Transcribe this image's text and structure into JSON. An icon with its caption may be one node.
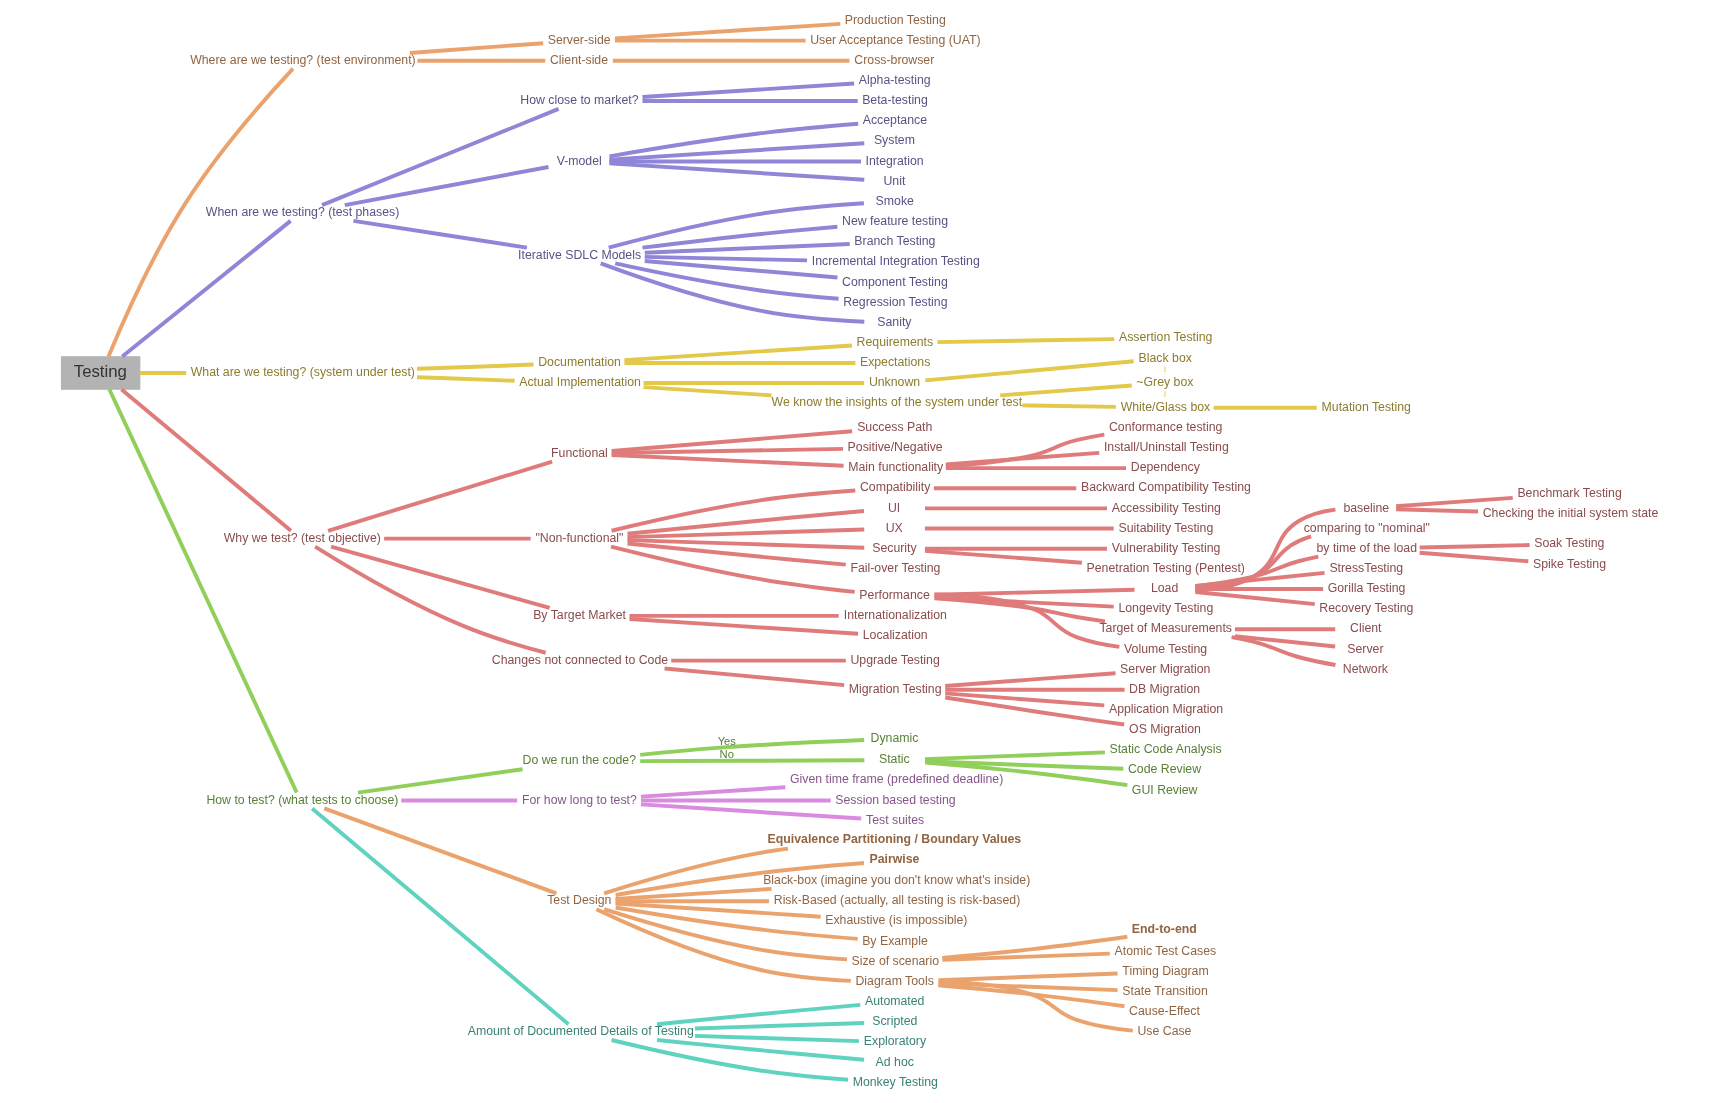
{
  "diagram": {
    "nodes": [
      {
        "text": [
          "Testing"
        ]
      },
      {
        "text": [
          "Where are we testing? (test environment)"
        ]
      },
      {
        "text": [
          "Server-side"
        ]
      },
      {
        "text": [
          "Production Testing"
        ]
      },
      {
        "text": [
          "User Acceptance Testing (UAT)"
        ]
      },
      {
        "text": [
          "Client-side"
        ]
      },
      {
        "text": [
          "Cross-browser"
        ]
      },
      {
        "text": [
          "When are we testing? (test phases)"
        ]
      },
      {
        "text": [
          "How close to market?"
        ]
      },
      {
        "text": [
          "Alpha-testing"
        ]
      },
      {
        "text": [
          "Beta-testing"
        ]
      },
      {
        "text": [
          "V-model"
        ]
      },
      {
        "text": [
          "Acceptance"
        ]
      },
      {
        "text": [
          "System"
        ]
      },
      {
        "text": [
          "Integration"
        ]
      },
      {
        "text": [
          "Unit"
        ]
      },
      {
        "text": [
          "Iterative SDLC Models"
        ]
      },
      {
        "text": [
          "Smoke"
        ]
      },
      {
        "text": [
          "New feature testing"
        ]
      },
      {
        "text": [
          "Branch Testing"
        ]
      },
      {
        "text": [
          "Incremental Integration Testing"
        ]
      },
      {
        "text": [
          "Component Testing"
        ]
      },
      {
        "text": [
          "Regression Testing"
        ]
      },
      {
        "text": [
          "Sanity"
        ]
      },
      {
        "text": [
          "What are we testing? (system under test)"
        ]
      },
      {
        "text": [
          "Documentation"
        ]
      },
      {
        "text": [
          "Requirements"
        ]
      },
      {
        "text": [
          "Assertion Testing"
        ]
      },
      {
        "text": [
          "Expectations"
        ]
      },
      {
        "text": [
          "Actual Implementation"
        ]
      },
      {
        "text": [
          "Unknown"
        ]
      },
      {
        "text": [
          "Black box"
        ]
      },
      {
        "text": [
          "We know the insights of the system under test"
        ]
      },
      {
        "text": [
          "~Grey box"
        ]
      },
      {
        "text": [
          "White/Glass box"
        ]
      },
      {
        "text": [
          "Mutation Testing"
        ]
      },
      {
        "text": [
          "Why we test? (test objective)"
        ]
      },
      {
        "text": [
          "Functional"
        ]
      },
      {
        "text": [
          "Success Path"
        ]
      },
      {
        "text": [
          "Positive/Negative"
        ]
      },
      {
        "text": [
          "Main functionality"
        ]
      },
      {
        "text": [
          "Conformance testing"
        ]
      },
      {
        "text": [
          "Install/Uninstall Testing"
        ]
      },
      {
        "text": [
          "Dependency"
        ]
      },
      {
        "text": [
          "\"Non-functional\""
        ]
      },
      {
        "text": [
          "Compatibility"
        ]
      },
      {
        "text": [
          "Backward Compatibility Testing"
        ]
      },
      {
        "text": [
          "UI"
        ]
      },
      {
        "text": [
          "Accessibility Testing"
        ]
      },
      {
        "text": [
          "UX"
        ]
      },
      {
        "text": [
          "Suitability Testing"
        ]
      },
      {
        "text": [
          "Security"
        ]
      },
      {
        "text": [
          "Vulnerability Testing"
        ]
      },
      {
        "text": [
          "Penetration Testing (Pentest)"
        ]
      },
      {
        "text": [
          "Fail-over Testing"
        ]
      },
      {
        "text": [
          "Performance"
        ]
      },
      {
        "text": [
          "Load"
        ]
      },
      {
        "text": [
          "baseline"
        ]
      },
      {
        "text": [
          "Benchmark Testing"
        ]
      },
      {
        "text": [
          "Checking the initial system state"
        ]
      },
      {
        "text": [
          "comparing to \"nominal\""
        ]
      },
      {
        "text": [
          "by time of the load"
        ]
      },
      {
        "text": [
          "Soak Testing"
        ]
      },
      {
        "text": [
          "Spike Testing"
        ]
      },
      {
        "text": [
          "StressTesting"
        ]
      },
      {
        "text": [
          "Gorilla Testing"
        ]
      },
      {
        "text": [
          "Recovery Testing"
        ]
      },
      {
        "text": [
          "Longevity Testing"
        ]
      },
      {
        "text": [
          "Target of Measurements"
        ]
      },
      {
        "text": [
          "Client"
        ]
      },
      {
        "text": [
          "Server"
        ]
      },
      {
        "text": [
          "Network"
        ]
      },
      {
        "text": [
          "Volume Testing"
        ]
      },
      {
        "text": [
          "By Target Market"
        ]
      },
      {
        "text": [
          "Internationalization"
        ]
      },
      {
        "text": [
          "Localization"
        ]
      },
      {
        "text": [
          "Changes not connected to Code"
        ]
      },
      {
        "text": [
          "Upgrade Testing"
        ]
      },
      {
        "text": [
          "Migration Testing"
        ]
      },
      {
        "text": [
          "Server Migration"
        ]
      },
      {
        "text": [
          "DB Migration"
        ]
      },
      {
        "text": [
          "Application Migration"
        ]
      },
      {
        "text": [
          "OS Migration"
        ]
      },
      {
        "text": [
          "How to test? (what tests to choose)"
        ]
      },
      {
        "text": [
          "Do we run the code?"
        ]
      },
      {
        "text": [
          "Dynamic"
        ]
      },
      {
        "text": [
          "Static"
        ]
      },
      {
        "text": [
          "Static Code Analysis"
        ]
      },
      {
        "text": [
          "Code Review"
        ]
      },
      {
        "text": [
          "GUI Review"
        ]
      },
      {
        "text": [
          "For how long to test?"
        ]
      },
      {
        "text": [
          "Given time frame (predefined deadline)"
        ]
      },
      {
        "text": [
          "Session based testing"
        ]
      },
      {
        "text": [
          "Test suites"
        ]
      },
      {
        "text": [
          "Test Design"
        ]
      },
      {
        "text": [
          "Equivalence Partitioning / Boundary Values"
        ]
      },
      {
        "text": [
          "Pairwise"
        ]
      },
      {
        "text": [
          "Black-box (imagine you don't know what's inside)"
        ]
      },
      {
        "text": [
          "Risk-Based (actually, all testing is risk-based)"
        ]
      },
      {
        "text": [
          "Exhaustive (is impossible)"
        ]
      },
      {
        "text": [
          "By Example"
        ]
      },
      {
        "text": [
          "Size of scenario"
        ]
      },
      {
        "text": [
          "End-to-end"
        ]
      },
      {
        "text": [
          "Atomic Test Cases"
        ]
      },
      {
        "text": [
          "Diagram Tools"
        ]
      },
      {
        "text": [
          "Timing Diagram"
        ]
      },
      {
        "text": [
          "State Transition"
        ]
      },
      {
        "text": [
          "Cause-Effect"
        ]
      },
      {
        "text": [
          "Use Case"
        ]
      },
      {
        "text": [
          "Amount of Documented Details of Testing"
        ]
      },
      {
        "text": [
          "Automated"
        ]
      },
      {
        "text": [
          "Scripted"
        ]
      },
      {
        "text": [
          "Exploratory"
        ]
      },
      {
        "text": [
          "Ad hoc"
        ]
      },
      {
        "text": [
          "Monkey Testing"
        ]
      }
    ],
    "edges": [
      {
        "from": 0,
        "to": 1,
        "arrow": "none",
        "color": "#eba36d"
      },
      {
        "from": 1,
        "to": 2,
        "arrow": "none",
        "color": "#eba36d"
      },
      {
        "from": 2,
        "to": 3,
        "arrow": "none",
        "color": "#eba36d"
      },
      {
        "from": 2,
        "to": 4,
        "arrow": "none",
        "color": "#eba36d"
      },
      {
        "from": 1,
        "to": 5,
        "arrow": "none",
        "color": "#eba36d"
      },
      {
        "from": 5,
        "to": 6,
        "arrow": "none",
        "color": "#eba36d"
      },
      {
        "from": 0,
        "to": 7,
        "arrow": "none",
        "color": "#8f86d8"
      },
      {
        "from": 7,
        "to": 8,
        "arrow": "none",
        "color": "#8f86d8"
      },
      {
        "from": 8,
        "to": 9,
        "arrow": "none",
        "color": "#8f86d8"
      },
      {
        "from": 8,
        "to": 10,
        "arrow": "none",
        "color": "#8f86d8"
      },
      {
        "from": 7,
        "to": 11,
        "arrow": "none",
        "color": "#8f86d8"
      },
      {
        "from": 11,
        "to": 12,
        "arrow": "none",
        "color": "#8f86d8"
      },
      {
        "from": 11,
        "to": 13,
        "arrow": "none",
        "color": "#8f86d8"
      },
      {
        "from": 11,
        "to": 14,
        "arrow": "none",
        "color": "#8f86d8"
      },
      {
        "from": 11,
        "to": 15,
        "arrow": "none",
        "color": "#8f86d8"
      },
      {
        "from": 7,
        "to": 16,
        "arrow": "none",
        "color": "#8f86d8"
      },
      {
        "from": 16,
        "to": 17,
        "arrow": "none",
        "color": "#8f86d8"
      },
      {
        "from": 16,
        "to": 18,
        "arrow": "none",
        "color": "#8f86d8"
      },
      {
        "from": 16,
        "to": 19,
        "arrow": "none",
        "color": "#8f86d8"
      },
      {
        "from": 16,
        "to": 20,
        "arrow": "none",
        "color": "#8f86d8"
      },
      {
        "from": 16,
        "to": 21,
        "arrow": "none",
        "color": "#8f86d8"
      },
      {
        "from": 16,
        "to": 22,
        "arrow": "none",
        "color": "#8f86d8"
      },
      {
        "from": 16,
        "to": 23,
        "arrow": "none",
        "color": "#8f86d8"
      },
      {
        "from": 0,
        "to": 24,
        "arrow": "none",
        "color": "#e3c94a"
      },
      {
        "from": 24,
        "to": 25,
        "arrow": "none",
        "color": "#e3c94a"
      },
      {
        "from": 25,
        "to": 26,
        "arrow": "none",
        "color": "#e3c94a"
      },
      {
        "from": 26,
        "to": 27,
        "arrow": "none",
        "color": "#e3c94a"
      },
      {
        "from": 25,
        "to": 28,
        "arrow": "none",
        "color": "#e3c94a"
      },
      {
        "from": 24,
        "to": 29,
        "arrow": "none",
        "color": "#e3c94a"
      },
      {
        "from": 29,
        "to": 30,
        "arrow": "none",
        "color": "#e3c94a"
      },
      {
        "from": 30,
        "to": 31,
        "arrow": "none",
        "color": "#e3c94a"
      },
      {
        "from": 29,
        "to": 32,
        "arrow": "none",
        "color": "#e3c94a"
      },
      {
        "from": 32,
        "to": 33,
        "arrow": "none",
        "color": "#e3c94a"
      },
      {
        "from": 32,
        "to": 34,
        "arrow": "none",
        "color": "#e3c94a"
      },
      {
        "from": 34,
        "to": 35,
        "arrow": "none",
        "color": "#e3c94a"
      },
      {
        "from": 31,
        "to": 33,
        "arrow": "none",
        "style": "dashed",
        "color": "#f3e7a9"
      },
      {
        "from": 33,
        "to": 34,
        "arrow": "none",
        "style": "dashed",
        "color": "#f3e7a9"
      },
      {
        "from": 0,
        "to": 36,
        "arrow": "none"
      },
      {
        "from": 36,
        "to": 37,
        "arrow": "none"
      },
      {
        "from": 37,
        "to": 38,
        "arrow": "none"
      },
      {
        "from": 37,
        "to": 39,
        "arrow": "none"
      },
      {
        "from": 37,
        "to": 40,
        "arrow": "none"
      },
      {
        "from": 40,
        "to": 41,
        "arrow": "none"
      },
      {
        "from": 40,
        "to": 42,
        "arrow": "none"
      },
      {
        "from": 40,
        "to": 43,
        "arrow": "none"
      },
      {
        "from": 36,
        "to": 44,
        "arrow": "none"
      },
      {
        "from": 44,
        "to": 45,
        "arrow": "none"
      },
      {
        "from": 45,
        "to": 46,
        "arrow": "none"
      },
      {
        "from": 44,
        "to": 47,
        "arrow": "none"
      },
      {
        "from": 47,
        "to": 48,
        "arrow": "none"
      },
      {
        "from": 44,
        "to": 49,
        "arrow": "none"
      },
      {
        "from": 49,
        "to": 50,
        "arrow": "none"
      },
      {
        "from": 44,
        "to": 51,
        "arrow": "none"
      },
      {
        "from": 51,
        "to": 52,
        "arrow": "none"
      },
      {
        "from": 51,
        "to": 53,
        "arrow": "none"
      },
      {
        "from": 44,
        "to": 54,
        "arrow": "none"
      },
      {
        "from": 44,
        "to": 55,
        "arrow": "none"
      },
      {
        "from": 55,
        "to": 56,
        "arrow": "none"
      },
      {
        "from": 56,
        "to": 57,
        "arrow": "none"
      },
      {
        "from": 57,
        "to": 58,
        "arrow": "none"
      },
      {
        "from": 57,
        "to": 59,
        "arrow": "none"
      },
      {
        "from": 56,
        "to": 60,
        "arrow": "none"
      },
      {
        "from": 56,
        "to": 61,
        "arrow": "none"
      },
      {
        "from": 61,
        "to": 62,
        "arrow": "none"
      },
      {
        "from": 61,
        "to": 63,
        "arrow": "none"
      },
      {
        "from": 56,
        "to": 64,
        "arrow": "none"
      },
      {
        "from": 56,
        "to": 65,
        "arrow": "none"
      },
      {
        "from": 56,
        "to": 66,
        "arrow": "none"
      },
      {
        "from": 55,
        "to": 67,
        "arrow": "none"
      },
      {
        "from": 55,
        "to": 68,
        "arrow": "none"
      },
      {
        "from": 68,
        "to": 69,
        "arrow": "none"
      },
      {
        "from": 68,
        "to": 70,
        "arrow": "none"
      },
      {
        "from": 68,
        "to": 71,
        "arrow": "none"
      },
      {
        "from": 55,
        "to": 72,
        "arrow": "none"
      },
      {
        "from": 36,
        "to": 73,
        "arrow": "none"
      },
      {
        "from": 73,
        "to": 74,
        "arrow": "none"
      },
      {
        "from": 73,
        "to": 75,
        "arrow": "none"
      },
      {
        "from": 36,
        "to": 76,
        "arrow": "none"
      },
      {
        "from": 76,
        "to": 77,
        "arrow": "none"
      },
      {
        "from": 76,
        "to": 78,
        "arrow": "none"
      },
      {
        "from": 78,
        "to": 79,
        "arrow": "none"
      },
      {
        "from": 78,
        "to": 80,
        "arrow": "none"
      },
      {
        "from": 78,
        "to": 81,
        "arrow": "none"
      },
      {
        "from": 78,
        "to": 82,
        "arrow": "none"
      },
      {
        "from": 0,
        "to": 83,
        "arrow": "none",
        "color": "#8fcf5a"
      },
      {
        "from": 83,
        "to": 84,
        "arrow": "none",
        "color": "#8fcf5a"
      },
      {
        "from": 84,
        "to": 85,
        "label": "Yes",
        "arrow": "none",
        "color": "#8fcf5a"
      },
      {
        "from": 84,
        "to": 86,
        "label": "No",
        "arrow": "none",
        "color": "#8fcf5a"
      },
      {
        "from": 86,
        "to": 87,
        "arrow": "none",
        "color": "#8fcf5a"
      },
      {
        "from": 86,
        "to": 88,
        "arrow": "none",
        "color": "#8fcf5a"
      },
      {
        "from": 86,
        "to": 89,
        "arrow": "none",
        "color": "#8fcf5a"
      },
      {
        "from": 83,
        "to": 90,
        "arrow": "none",
        "color": "#d98be0"
      },
      {
        "from": 90,
        "to": 91,
        "arrow": "none",
        "color": "#d98be0"
      },
      {
        "from": 90,
        "to": 92,
        "arrow": "none",
        "color": "#d98be0"
      },
      {
        "from": 90,
        "to": 93,
        "arrow": "none",
        "color": "#d98be0"
      },
      {
        "from": 83,
        "to": 94,
        "arrow": "none",
        "color": "#eba36d"
      },
      {
        "from": 94,
        "to": 95,
        "arrow": "none",
        "color": "#eba36d"
      },
      {
        "from": 94,
        "to": 96,
        "arrow": "none",
        "color": "#eba36d"
      },
      {
        "from": 94,
        "to": 97,
        "arrow": "none",
        "color": "#eba36d"
      },
      {
        "from": 94,
        "to": 98,
        "arrow": "none",
        "color": "#eba36d"
      },
      {
        "from": 94,
        "to": 99,
        "arrow": "none",
        "color": "#eba36d"
      },
      {
        "from": 94,
        "to": 100,
        "arrow": "none",
        "color": "#eba36d"
      },
      {
        "from": 94,
        "to": 101,
        "arrow": "none",
        "color": "#eba36d"
      },
      {
        "from": 101,
        "to": 102,
        "arrow": "none",
        "color": "#eba36d"
      },
      {
        "from": 101,
        "to": 103,
        "arrow": "none",
        "color": "#eba36d"
      },
      {
        "from": 94,
        "to": 104,
        "arrow": "none",
        "color": "#eba36d"
      },
      {
        "from": 104,
        "to": 105,
        "arrow": "none",
        "color": "#eba36d"
      },
      {
        "from": 104,
        "to": 106,
        "arrow": "none",
        "color": "#eba36d"
      },
      {
        "from": 104,
        "to": 107,
        "arrow": "none",
        "color": "#eba36d"
      },
      {
        "from": 104,
        "to": 108,
        "arrow": "none",
        "color": "#eba36d"
      },
      {
        "from": 83,
        "to": 109,
        "arrow": "none",
        "color": "#5fd3bf"
      },
      {
        "from": 109,
        "to": 110,
        "arrow": "none",
        "color": "#5fd3bf"
      },
      {
        "from": 109,
        "to": 111,
        "arrow": "none",
        "color": "#5fd3bf"
      },
      {
        "from": 109,
        "to": 112,
        "arrow": "none",
        "color": "#5fd3bf"
      },
      {
        "from": 109,
        "to": 113,
        "arrow": "none",
        "color": "#5fd3bf"
      },
      {
        "from": 109,
        "to": 114,
        "arrow": "none",
        "color": "#5fd3bf"
      }
    ]
  }
}
